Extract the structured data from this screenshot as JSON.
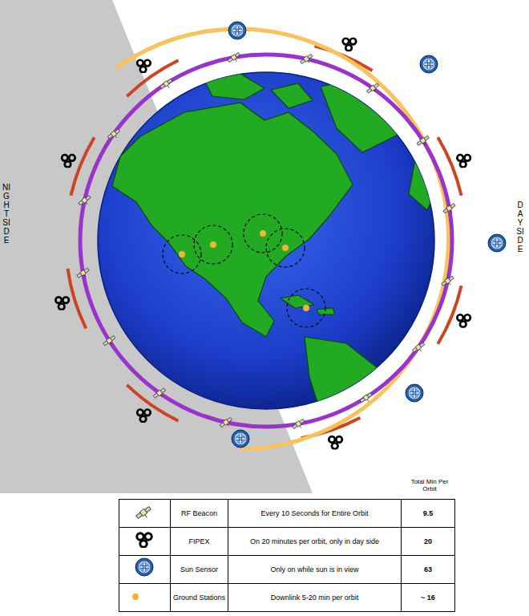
{
  "diagram": {
    "labels": [
      "NIGHTSIDE",
      "DAYSIDE",
      "Total Min Per Orbit",
      "Every 10 Seconds for Entire Orbit",
      "9.5",
      "On 20 minutes per orbit, only in day side",
      "20",
      "Only on while sun is in view",
      "63",
      "Downlink 5-20 min per orbit",
      "~ 16"
    ],
    "legend": [
      {
        "text": "RF Beacon"
      },
      {
        "text": "FIPEX"
      },
      {
        "text": "Sun Sensor"
      },
      {
        "text": "Ground Stations",
        "color": "#f5b335"
      }
    ]
  }
}
